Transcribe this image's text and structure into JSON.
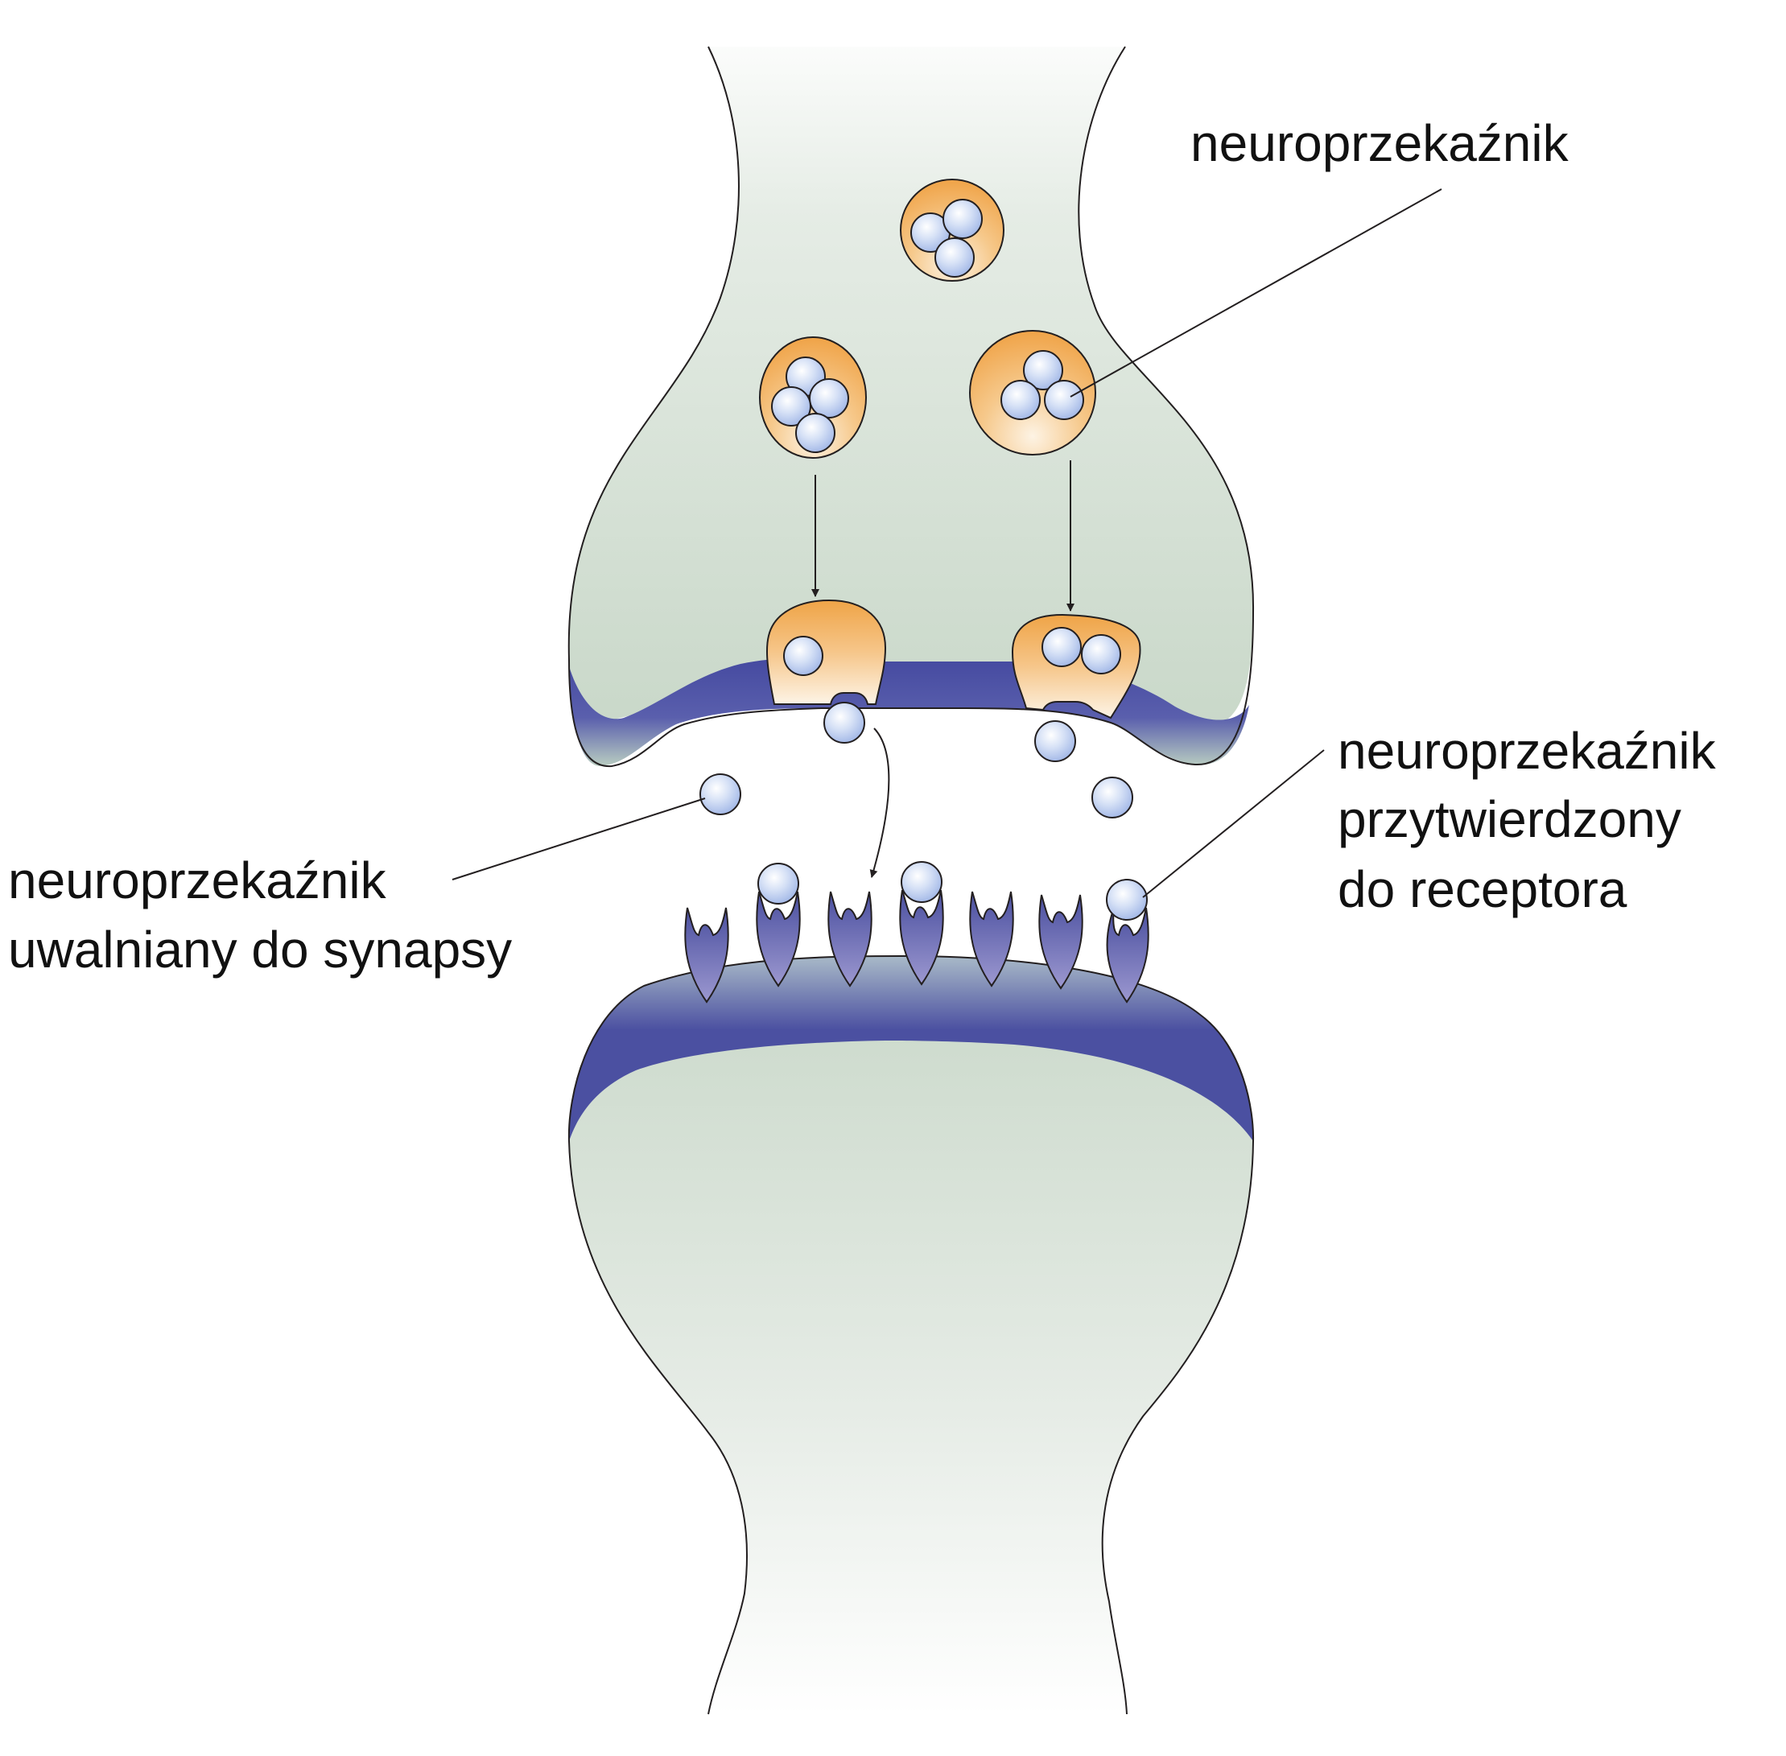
{
  "labels": {
    "vesicle": "neuroprzekaźnik",
    "released": [
      "neuroprzekaźnik",
      "uwalniany do synapsy"
    ],
    "bound": [
      "neuroprzekaźnik",
      "przytwierdzony",
      "do receptora"
    ]
  },
  "colors": {
    "cell_fill": "#d3e0d3",
    "membrane": "#4b50a1",
    "vesicle": "#f0ad5a",
    "molecule": "#b9cbef",
    "receptor": "#5157a8",
    "outline": "#231f20"
  }
}
